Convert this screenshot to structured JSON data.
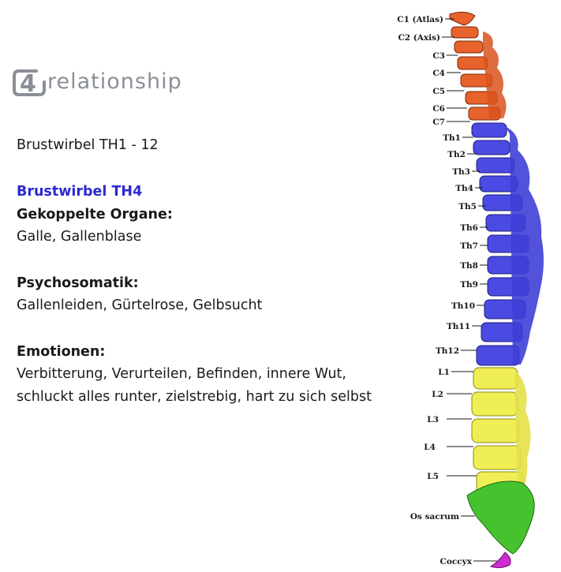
{
  "logo": {
    "mark": "4",
    "text": "relationship"
  },
  "section_title": "Brustwirbel TH1 - 12",
  "vertebra_title": "Brustwirbel TH4",
  "organs_heading": "Gekoppelte Organe:",
  "organs_text": "Galle, Gallenblase",
  "psycho_heading": "Psychosomatik:",
  "psycho_text": "Gallenleiden, Gürtelrose, Gelbsucht",
  "emotions_heading": "Emotionen:",
  "emotions_line1": "Verbitterung, Verurteilen, Befinden, innere Wut,",
  "emotions_line2": "schluckt alles runter, zielstrebig, hart zu sich selbst",
  "colors": {
    "cervical": "#e8622b",
    "thoracic": "#4b4be3",
    "lumbar": "#f0ee55",
    "sacrum": "#45c22e",
    "coccyx": "#d02ad0",
    "accent_text": "#2a2ad0",
    "logo": "#8a8f96"
  },
  "spine_labels": {
    "c1": "C1 (Atlas)",
    "c2": "C2 (Axis)",
    "c3": "C3",
    "c4": "C4",
    "c5": "C5",
    "c6": "C6",
    "c7": "C7",
    "th1": "Th1",
    "th2": "Th2",
    "th3": "Th3",
    "th4": "Th4",
    "th5": "Th5",
    "th6": "Th6",
    "th7": "Th7",
    "th8": "Th8",
    "th9": "Th9",
    "th10": "Th10",
    "th11": "Th11",
    "th12": "Th12",
    "l1": "L1",
    "l2": "L2",
    "l3": "L3",
    "l4": "L4",
    "l5": "L5",
    "sacrum": "Os sacrum",
    "coccyx": "Coccyx"
  }
}
